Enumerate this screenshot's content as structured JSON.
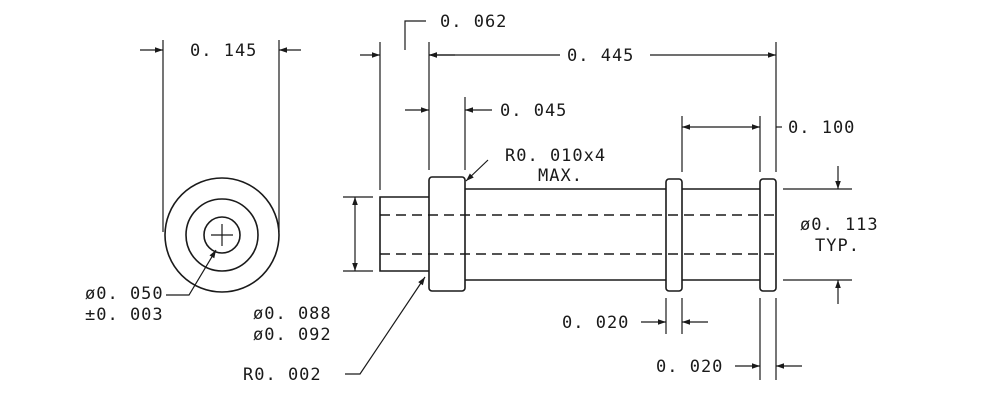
{
  "dimensions": {
    "end_view_width": "0. 145",
    "hole_dia": "ø0. 050",
    "hole_tol": "±0. 003",
    "step_062": "0. 062",
    "overall_length": "0. 445",
    "flange_045": "0. 045",
    "radius_note_1": "R0. 010x4",
    "radius_note_2": "MAX.",
    "spacing_100": "0. 100",
    "groove_dia_1": "ø0. 113",
    "groove_dia_2": "TYP.",
    "pin_dia_1": "ø0. 088",
    "pin_dia_2": "ø0. 092",
    "edge_radius": "R0. 002",
    "groove_width_1": "0. 020",
    "groove_width_2": "0. 020"
  },
  "colors": {
    "line": "#1a1a1a",
    "background": "#ffffff"
  }
}
